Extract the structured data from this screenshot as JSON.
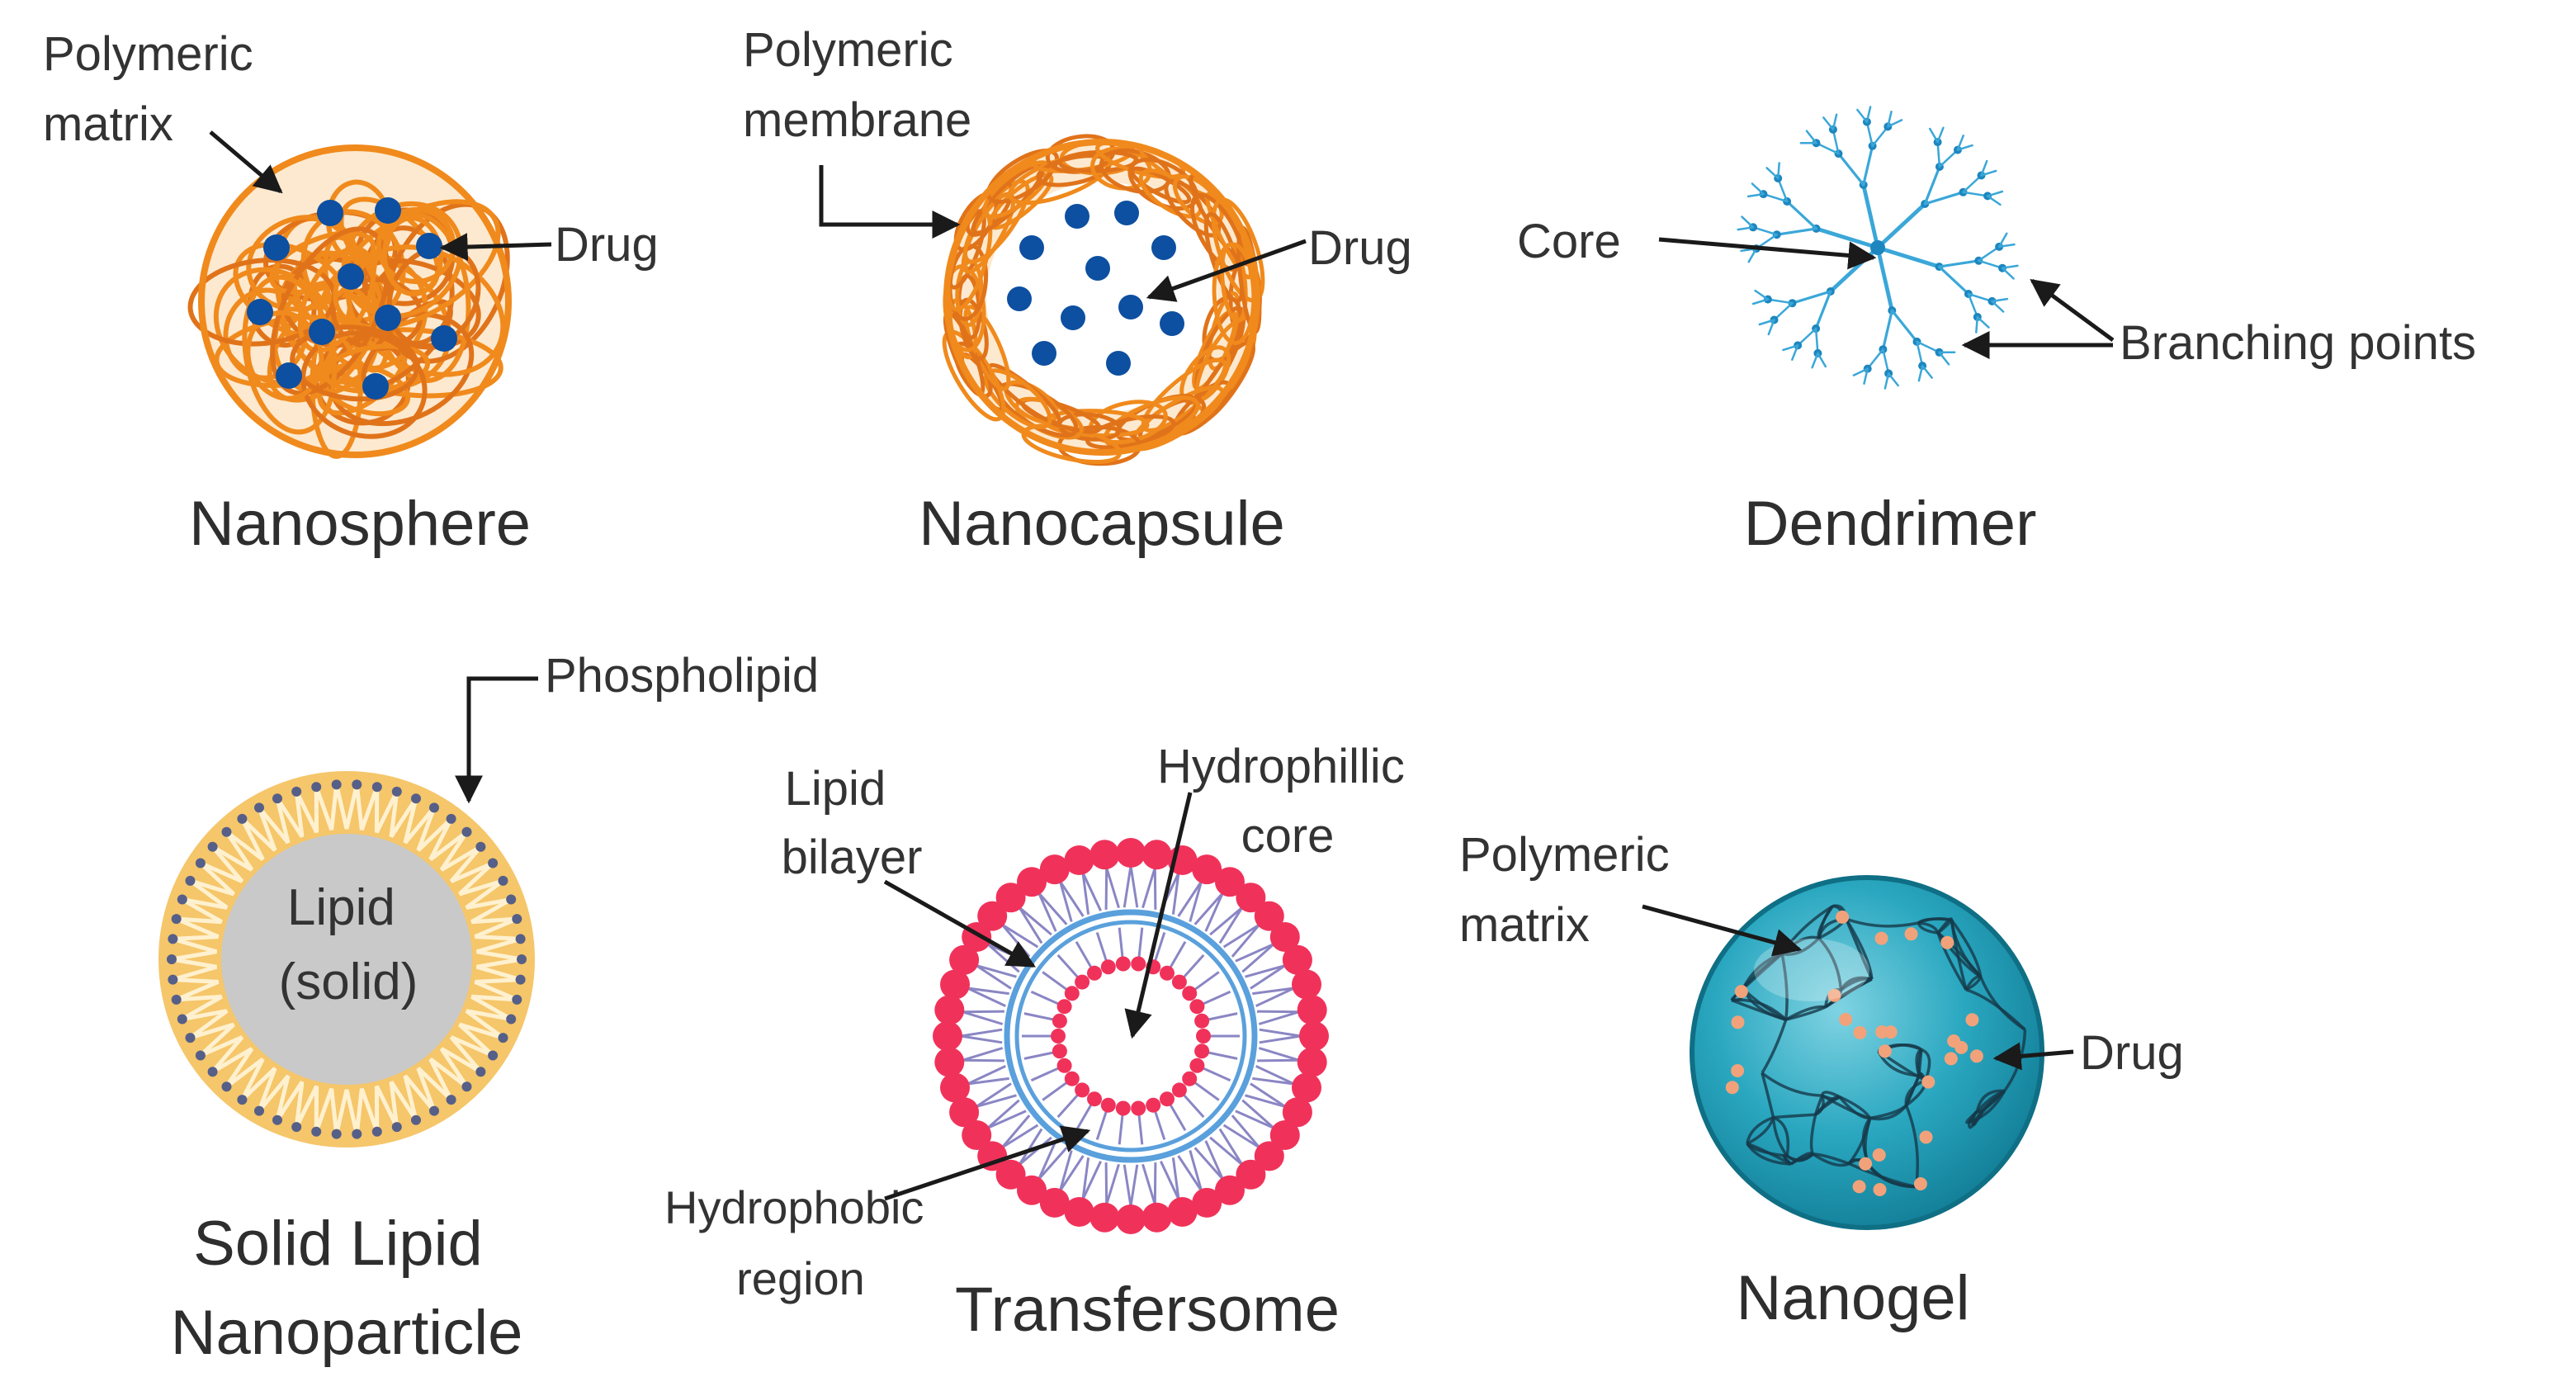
{
  "colors": {
    "text": "#333333",
    "arrow": "#1a1a1a",
    "polymer_orange": "#f08a1c",
    "drug_blue": "#0d4fa0",
    "dendrimer_blue": "#3aa7d8",
    "lipid_yellow": "#f5c66a",
    "lipid_core_gray": "#c9c9c9",
    "lipid_dot": "#555f88",
    "head_red": "#f0325a",
    "tail_purple": "#8a86c4",
    "bilayer_blue": "#5aa0dc",
    "gel_teal": "#2aa7c0",
    "gel_drug": "#f2a27a"
  },
  "panels": {
    "nanosphere": {
      "title": "Nanosphere",
      "labels": {
        "matrix": [
          "Polymeric",
          "matrix"
        ],
        "drug": "Drug"
      }
    },
    "nanocapsule": {
      "title": "Nanocapsule",
      "labels": {
        "membrane": [
          "Polymeric",
          "membrane"
        ],
        "drug": "Drug"
      }
    },
    "dendrimer": {
      "title": "Dendrimer",
      "labels": {
        "core": "Core",
        "branching": "Branching points"
      }
    },
    "sln": {
      "title": [
        "Solid Lipid",
        "Nanoparticle"
      ],
      "labels": {
        "phospholipid": "Phospholipid",
        "core": [
          "Lipid",
          "(solid)"
        ]
      }
    },
    "transfersome": {
      "title": "Transfersome",
      "labels": {
        "bilayer": [
          "Lipid",
          "bilayer"
        ],
        "core": [
          "Hydrophillic",
          "core"
        ],
        "region": [
          "Hydrophobic",
          "region"
        ]
      }
    },
    "nanogel": {
      "title": "Nanogel",
      "labels": {
        "matrix": [
          "Polymeric",
          "matrix"
        ],
        "drug": "Drug"
      }
    }
  }
}
